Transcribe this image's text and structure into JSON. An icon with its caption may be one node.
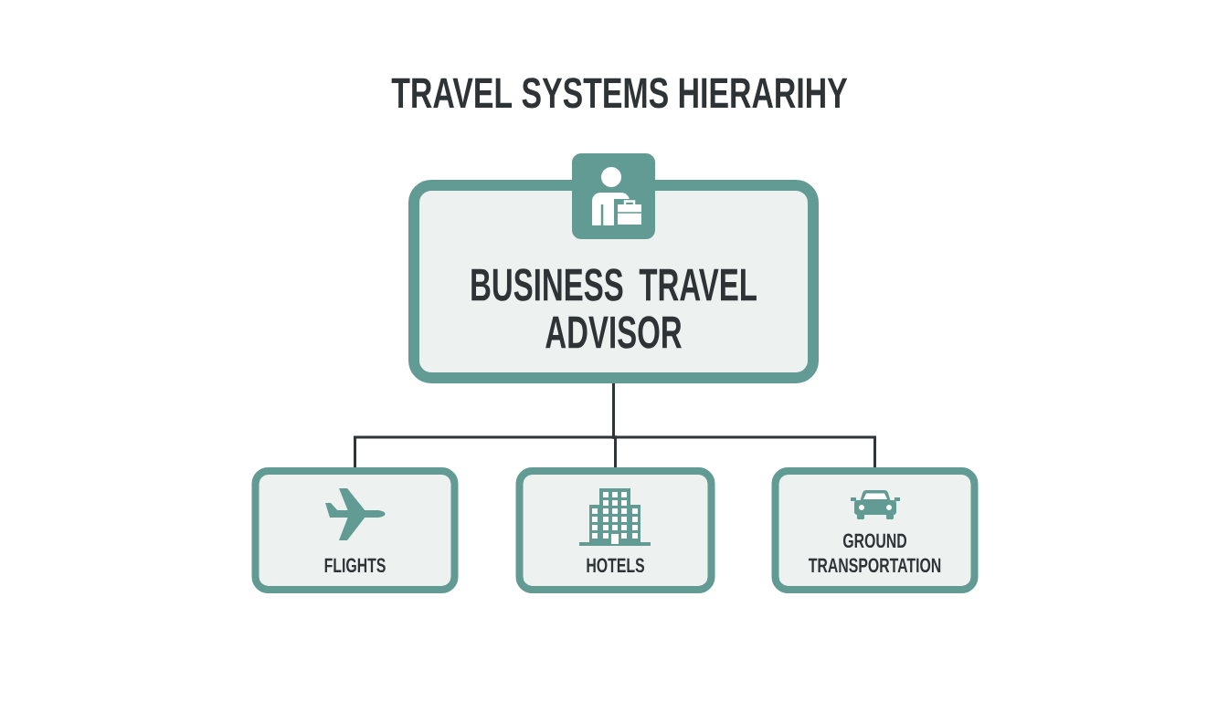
{
  "diagram": {
    "title": "TRAVEL SYSTEMS HIERARIHY",
    "nodes": [
      {
        "text": [
          "BUSINESS TRAVEL ADVISOR"
        ]
      },
      {
        "text": [
          "FLIGHTS"
        ]
      },
      {
        "text": [
          "HOTELS"
        ]
      },
      {
        "text": [
          "GROUND TRANSPORTATION"
        ]
      }
    ],
    "edges": [
      {
        "from": 0,
        "to": 1,
        "arrow": "none"
      },
      {
        "from": 0,
        "to": 2,
        "arrow": "none"
      },
      {
        "from": 0,
        "to": 3,
        "arrow": "none"
      }
    ]
  }
}
